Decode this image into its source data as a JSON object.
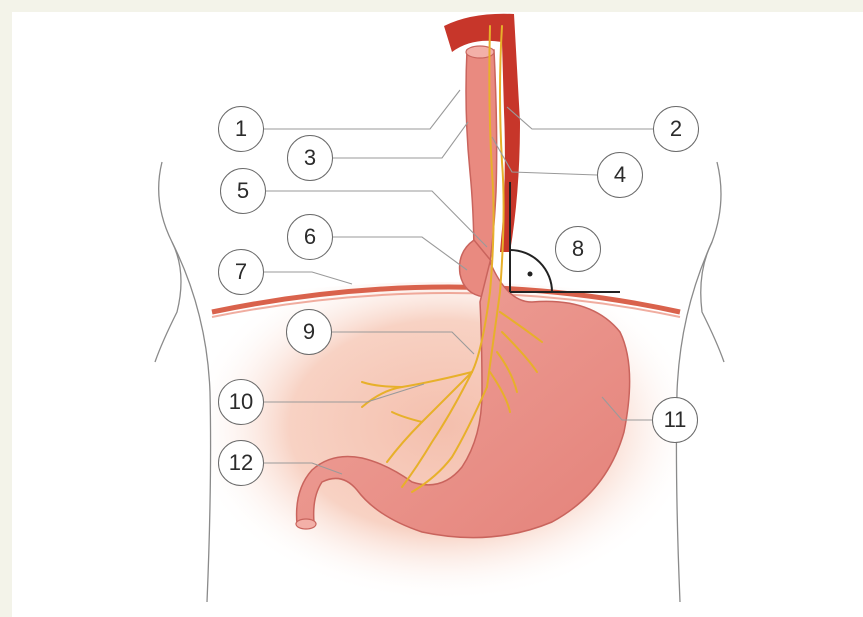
{
  "diagram": {
    "labels": [
      {
        "id": "1",
        "text": "1"
      },
      {
        "id": "2",
        "text": "2"
      },
      {
        "id": "3",
        "text": "3"
      },
      {
        "id": "4",
        "text": "4"
      },
      {
        "id": "5",
        "text": "5"
      },
      {
        "id": "6",
        "text": "6"
      },
      {
        "id": "7",
        "text": "7"
      },
      {
        "id": "8",
        "text": "8"
      },
      {
        "id": "9",
        "text": "9"
      },
      {
        "id": "10",
        "text": "10"
      },
      {
        "id": "11",
        "text": "11"
      },
      {
        "id": "12",
        "text": "12"
      }
    ],
    "colors": {
      "frame": "#f3f3e9",
      "abdomen_glow": "#f7cdbd",
      "diaphragm": "#d9624c",
      "stomach": "#ea8f87",
      "stomach_outline": "#c9645d",
      "aorta": "#c7362a",
      "nerve": "#e7b02a",
      "body_outline": "#8a8a8a",
      "callout_line": "#9a9a9a"
    }
  }
}
